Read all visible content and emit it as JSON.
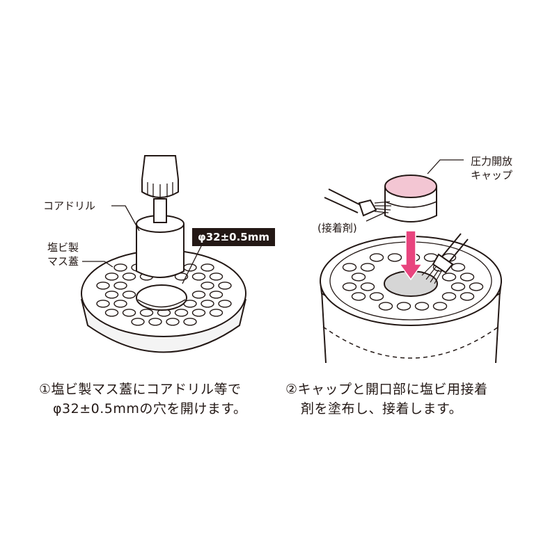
{
  "step1": {
    "label_core_drill": "コアドリル",
    "label_lid_line1": "塩ビ製",
    "label_lid_line2": "マス蓋",
    "dimension": "φ32±0.5mm",
    "caption_line1": "①塩ビ製マス蓋にコアドリル等で",
    "caption_line2": "φ32±0.5mmの穴を開けます。"
  },
  "step2": {
    "label_cap_line1": "圧力開放",
    "label_cap_line2": "キャップ",
    "label_adhesive": "(接着剤)",
    "caption_line1": "②キャップと開口部に塩ビ用接着",
    "caption_line2": "剤を塗布し、接着します。"
  },
  "colors": {
    "ink": "#231815",
    "cap_pink": "#f3c6d3",
    "arrow_pink": "#e8447e",
    "lid_gray": "#ececec",
    "shade_gray": "#d4d4d4"
  }
}
